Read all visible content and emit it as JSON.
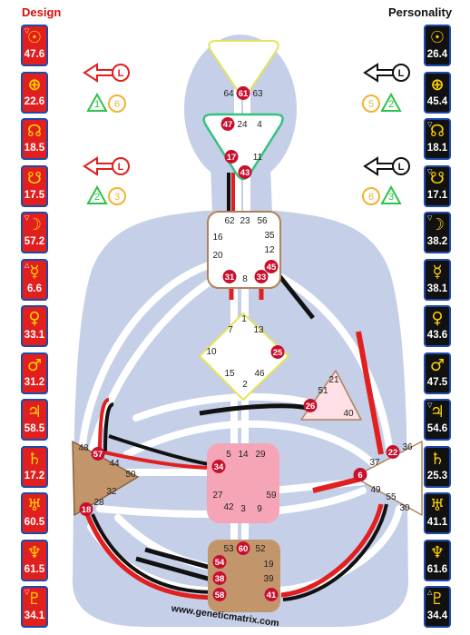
{
  "headers": {
    "design": "Design",
    "personality": "Personality"
  },
  "design": [
    {
      "symbol": "☉",
      "value": "47.6",
      "mark": "▽"
    },
    {
      "symbol": "⊕",
      "value": "22.6",
      "mark": ""
    },
    {
      "symbol": "☊",
      "value": "18.5",
      "mark": ""
    },
    {
      "symbol": "☋",
      "value": "17.5",
      "mark": ""
    },
    {
      "symbol": "☽",
      "value": "57.2",
      "mark": "▽"
    },
    {
      "symbol": "☿",
      "value": "6.6",
      "mark": "△"
    },
    {
      "symbol": "♀",
      "value": "33.1",
      "mark": ""
    },
    {
      "symbol": "♂",
      "value": "31.2",
      "mark": ""
    },
    {
      "symbol": "♃",
      "value": "58.5",
      "mark": ""
    },
    {
      "symbol": "♄",
      "value": "17.2",
      "mark": ""
    },
    {
      "symbol": "♅",
      "value": "60.5",
      "mark": ""
    },
    {
      "symbol": "♆",
      "value": "61.5",
      "mark": ""
    },
    {
      "symbol": "♇",
      "value": "34.1",
      "mark": "▽"
    }
  ],
  "personality": [
    {
      "symbol": "☉",
      "value": "26.4",
      "mark": ""
    },
    {
      "symbol": "⊕",
      "value": "45.4",
      "mark": ""
    },
    {
      "symbol": "☊",
      "value": "18.1",
      "mark": "▽"
    },
    {
      "symbol": "☋",
      "value": "17.1",
      "mark": "▽"
    },
    {
      "symbol": "☽",
      "value": "38.2",
      "mark": "▽"
    },
    {
      "symbol": "☿",
      "value": "38.1",
      "mark": ""
    },
    {
      "symbol": "♀",
      "value": "43.6",
      "mark": ""
    },
    {
      "symbol": "♂",
      "value": "47.5",
      "mark": ""
    },
    {
      "symbol": "♃",
      "value": "54.6",
      "mark": "▽"
    },
    {
      "symbol": "♄",
      "value": "25.3",
      "mark": ""
    },
    {
      "symbol": "♅",
      "value": "41.1",
      "mark": ""
    },
    {
      "symbol": "♆",
      "value": "61.6",
      "mark": ""
    },
    {
      "symbol": "♇",
      "value": "34.4",
      "mark": "△"
    }
  ],
  "variables": {
    "design_top_letter": "L",
    "design_bottom_letter": "L",
    "personality_top_letter": "L",
    "personality_bottom_letter": "L",
    "design_top_nums": [
      "1",
      "6"
    ],
    "design_bottom_nums": [
      "2",
      "3"
    ],
    "personality_top_nums": [
      "5",
      "2"
    ],
    "personality_bottom_nums": [
      "6",
      "3"
    ]
  },
  "gates": {
    "head": [
      "64",
      "61",
      "63"
    ],
    "ajna": [
      "47",
      "24",
      "4",
      "17",
      "43",
      "11"
    ],
    "throat": [
      "62",
      "23",
      "56",
      "16",
      "35",
      "12",
      "20",
      "45",
      "31",
      "8",
      "33"
    ],
    "g": [
      "1",
      "7",
      "13",
      "10",
      "25",
      "15",
      "46",
      "2"
    ],
    "heart": [
      "21",
      "51",
      "26",
      "40"
    ],
    "spleen": [
      "48",
      "57",
      "44",
      "50",
      "32",
      "28",
      "18"
    ],
    "sacral": [
      "5",
      "14",
      "29",
      "34",
      "27",
      "59",
      "42",
      "3",
      "9"
    ],
    "solar": [
      "36",
      "22",
      "37",
      "6",
      "49",
      "55",
      "30"
    ],
    "root": [
      "53",
      "60",
      "52",
      "54",
      "19",
      "38",
      "39",
      "58",
      "41"
    ]
  },
  "credit": "www.geneticmatrix.com",
  "colors": {
    "design_red": "#e21f1f",
    "personality_black": "#111111",
    "cell_border": "#1d4aa8",
    "body_silhouette": "#c5cfe8",
    "channel_white": "#ffffff",
    "head_border": "#e5e35a",
    "ajna_border": "#32c37c",
    "throat_fill": "#ffffff",
    "throat_border": "#b0825a",
    "g_border": "#e5e35a",
    "heart_fill": "#ffe0e6",
    "spleen_fill": "#c3956a",
    "sacral_fill": "#f6a5b7",
    "root_fill": "#c3956a",
    "arrow_orange": "#f2b233",
    "arrow_green": "#2cc24a"
  }
}
